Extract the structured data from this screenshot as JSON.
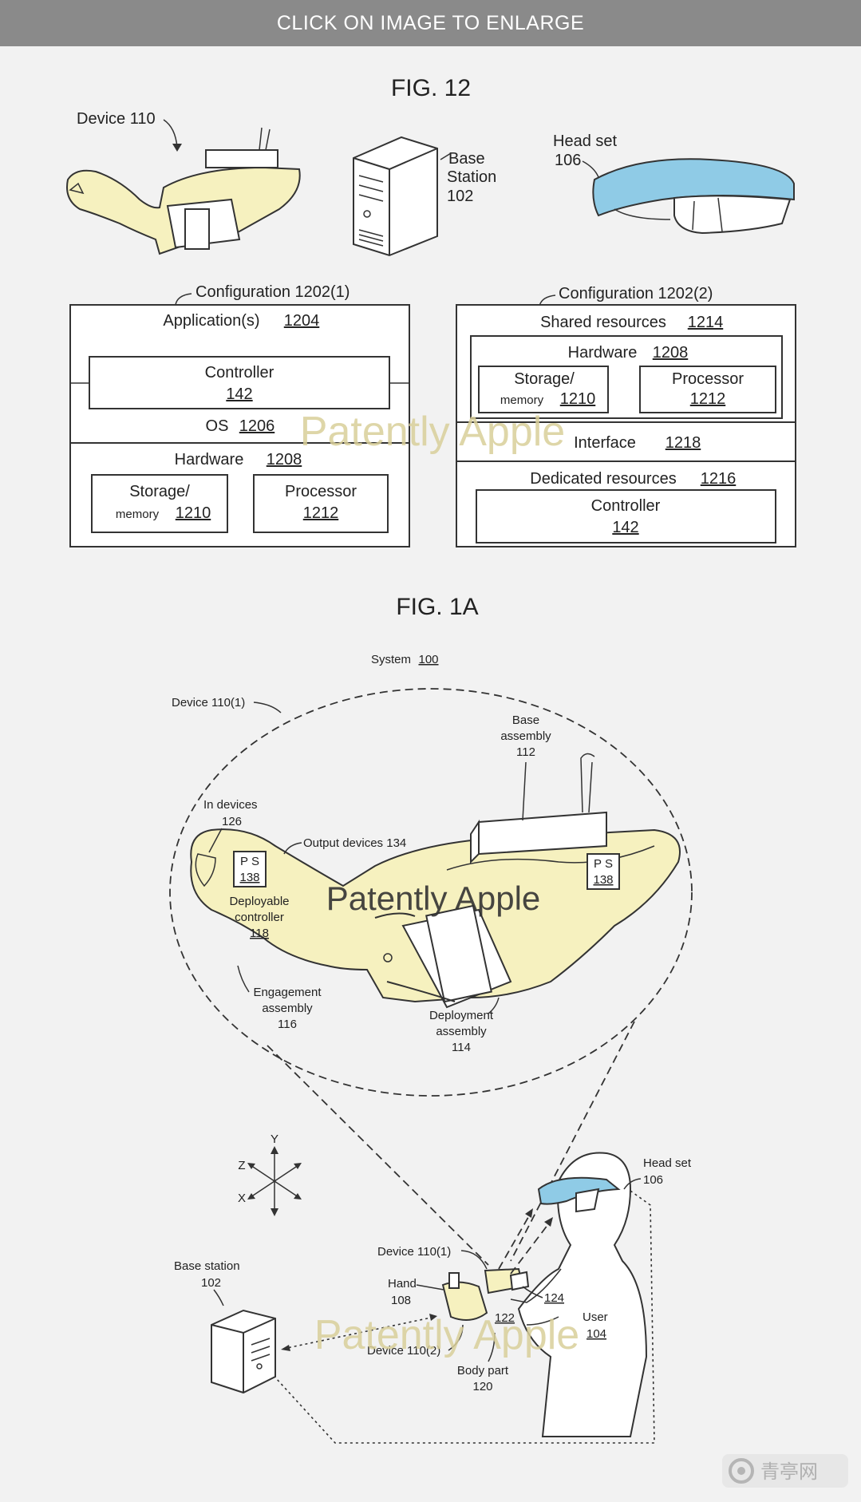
{
  "banner": {
    "text": "CLICK ON IMAGE TO ENLARGE"
  },
  "fig12": {
    "title": "FIG. 12",
    "device": "Device 110",
    "base_station_line1": "Base",
    "base_station_line2": "Station",
    "base_station_num": "102",
    "headset_line1": "Head set",
    "headset_num": "106",
    "config1": {
      "label": "Configuration 1202(1)",
      "apps": "Application(s)",
      "apps_num": "1204",
      "controller": "Controller",
      "controller_num": "142",
      "os": "OS",
      "os_num": "1206",
      "hardware": "Hardware",
      "hardware_num": "1208",
      "storage_line1": "Storage/",
      "storage_line2": "memory",
      "storage_num": "1210",
      "processor": "Processor",
      "processor_num": "1212"
    },
    "config2": {
      "label": "Configuration 1202(2)",
      "shared": "Shared resources",
      "shared_num": "1214",
      "hardware": "Hardware",
      "hardware_num": "1208",
      "storage_line1": "Storage/",
      "storage_line2": "memory",
      "storage_num": "1210",
      "processor": "Processor",
      "processor_num": "1212",
      "interface": "Interface",
      "interface_num": "1218",
      "dedicated": "Dedicated resources",
      "dedicated_num": "1216",
      "controller": "Controller",
      "controller_num": "142"
    }
  },
  "fig1a": {
    "title": "FIG. 1A",
    "system": "System",
    "system_num": "100",
    "device1": "Device 110(1)",
    "base_assembly_line1": "Base",
    "base_assembly_line2": "assembly",
    "base_assembly_num": "112",
    "in_devices": "In devices",
    "in_devices_num": "126",
    "output_devices": "Output devices 134",
    "ps": "P S",
    "ps_num": "138",
    "deployable_line1": "Deployable",
    "deployable_line2": "controller",
    "deployable_num": "118",
    "engagement_line1": "Engagement",
    "engagement_line2": "assembly",
    "engagement_num": "116",
    "deployment_line1": "Deployment",
    "deployment_line2": "assembly",
    "deployment_num": "114",
    "axis_y": "Y",
    "axis_z": "Z",
    "axis_x": "X",
    "headset_line1": "Head set",
    "headset_num": "106",
    "base_station": "Base station",
    "base_station_num": "102",
    "device1_lower": "Device 110(1)",
    "hand": "Hand",
    "hand_num": "108",
    "num_124": "124",
    "num_122": "122",
    "user": "User",
    "user_num": "104",
    "device2": "Device 110(2)",
    "body_part": "Body part",
    "body_part_num": "120"
  },
  "watermark": "Patently Apple",
  "logo_text": "青亭网",
  "colors": {
    "banner_bg": "#8a8a8a",
    "device_yellow": "#f6f1bf",
    "headset_blue": "#8fcbe6"
  }
}
